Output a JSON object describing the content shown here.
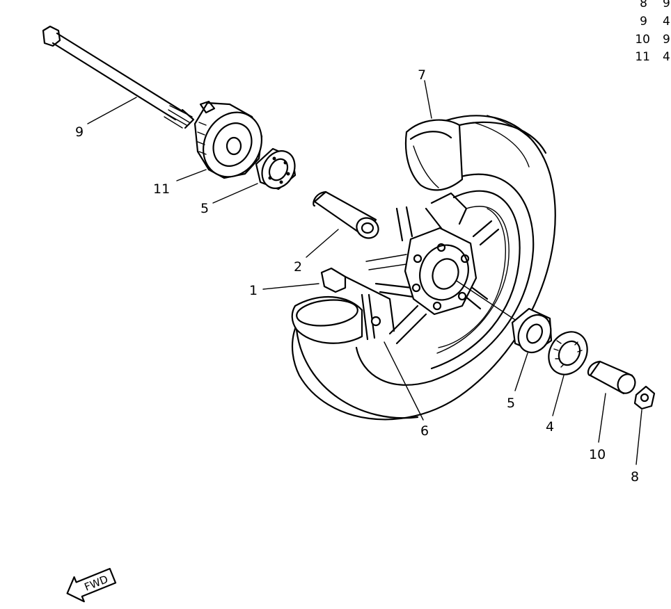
{
  "callouts": {
    "c1": "1",
    "c2": "2",
    "c4": "4",
    "c5a": "5",
    "c5b": "5",
    "c6": "6",
    "c7": "7",
    "c8": "8",
    "c9": "9",
    "c10": "10",
    "c11": "11"
  },
  "parts_table": [
    {
      "ref": "8",
      "qty": "9"
    },
    {
      "ref": "9",
      "qty": "4"
    },
    {
      "ref": "10",
      "qty": "9"
    },
    {
      "ref": "11",
      "qty": "4"
    }
  ],
  "fwd_label": "FWD"
}
